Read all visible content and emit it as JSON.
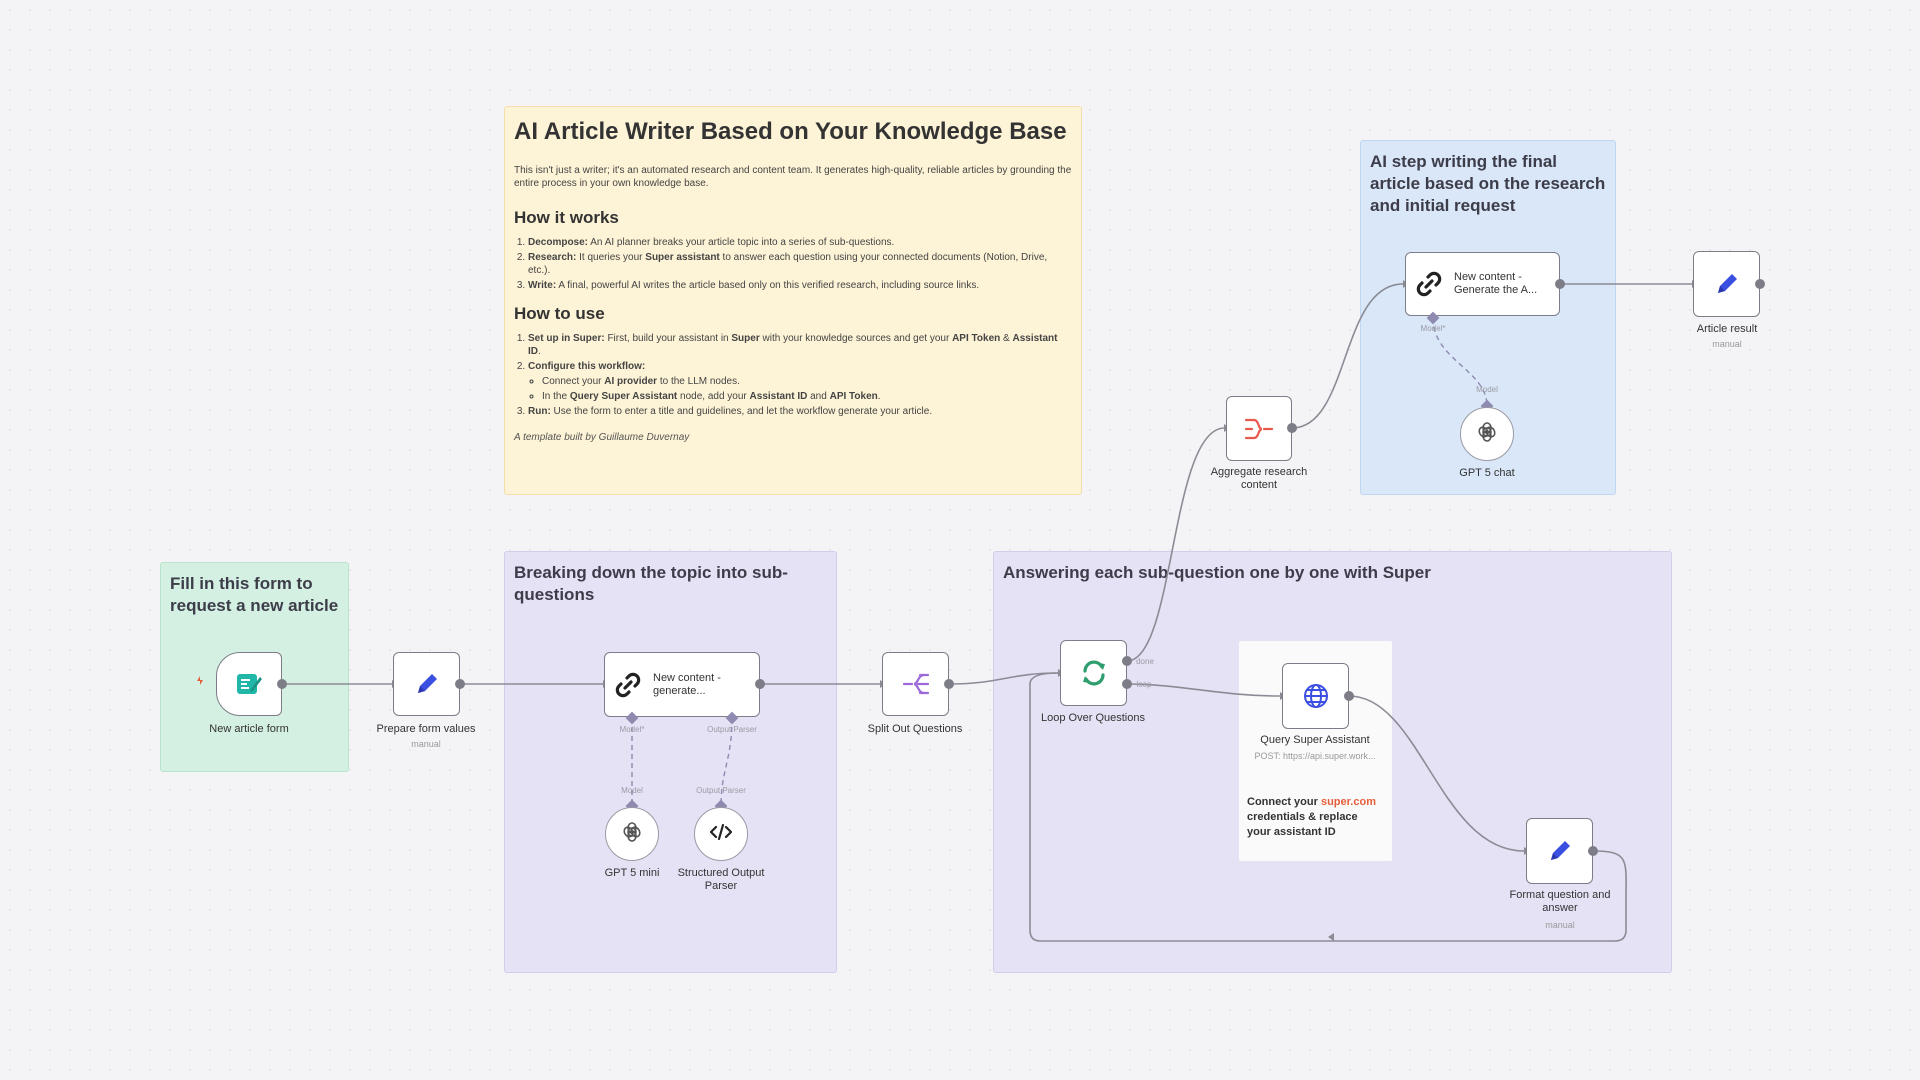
{
  "intro_note": {
    "title": "AI Article Writer Based on Your Knowledge Base",
    "description": "This isn't just a writer; it's an automated research and content team. It generates high-quality, reliable articles by grounding the entire process in your own knowledge base.",
    "how_it_works_heading": "How it works",
    "how_it_works": [
      {
        "bold": "Decompose:",
        "text": " An AI planner breaks your article topic into a series of sub-questions."
      },
      {
        "bold": "Research:",
        "text": " It queries your ",
        "bold2": "Super assistant",
        "text2": " to answer each question using your connected documents (Notion, Drive, etc.)."
      },
      {
        "bold": "Write:",
        "text": " A final, powerful AI writes the article based only on this verified research, including source links."
      }
    ],
    "how_to_use_heading": "How to use",
    "step1": {
      "bold": "Set up in Super:",
      "t1": " First, build your assistant in ",
      "b1": "Super",
      "t2": " with your knowledge sources and get your ",
      "b2": "API Token",
      "t3": " & ",
      "b3": "Assistant ID",
      "t4": "."
    },
    "step2": {
      "bold": "Configure this workflow:"
    },
    "step2_sub1": {
      "t1": "Connect your ",
      "b1": "AI provider",
      "t2": " to the LLM nodes."
    },
    "step2_sub2": {
      "t1": "In the ",
      "b1": "Query Super Assistant",
      "t2": " node, add your ",
      "b2": "Assistant ID",
      "t3": " and ",
      "b3": "API Token",
      "t4": "."
    },
    "step3": {
      "bold": "Run:",
      "text": " Use the form to enter a title and guidelines, and let the workflow generate your article."
    },
    "credit": "A template built by Guillaume Duvernay"
  },
  "sticky_notes": {
    "form": "Fill in this form to request a new article",
    "breakdown": "Breaking down the topic into sub-questions",
    "answering": "Answering each sub-question one by one with Super",
    "final": "AI step writing the final article based on the research and initial request"
  },
  "nodes": {
    "new_article_form": {
      "label": "New article form"
    },
    "prepare_form_values": {
      "label": "Prepare form values",
      "sublabel": "manual"
    },
    "new_content_generate": {
      "title": "New content - generate...",
      "label_line1": "New content -",
      "label_line2": "generate..."
    },
    "gpt5_mini": {
      "label": "GPT 5 mini"
    },
    "structured_output_parser": {
      "label_line1": "Structured Output",
      "label_line2": "Parser"
    },
    "split_out_questions": {
      "label": "Split Out Questions"
    },
    "loop_over_questions": {
      "label": "Loop Over Questions",
      "port_done": "done",
      "port_loop": "loop"
    },
    "query_super_assistant": {
      "label": "Query Super Assistant",
      "sublabel": "POST: https://api.super.work..."
    },
    "format_qa": {
      "label_line1": "Format question and",
      "label_line2": "answer",
      "sublabel": "manual"
    },
    "aggregate_research": {
      "label_line1": "Aggregate research",
      "label_line2": "content"
    },
    "new_content_final": {
      "label_line1": "New content -",
      "label_line2": "Generate the A..."
    },
    "gpt5_chat": {
      "label": "GPT 5 chat"
    },
    "article_result": {
      "label": "Article result",
      "sublabel": "manual"
    }
  },
  "port_labels": {
    "model_required": "Model*",
    "output_parser": "Output Parser",
    "model": "Model"
  },
  "super_note": {
    "prefix": "Connect your ",
    "link": "super.com",
    "suffix": "credentials & replace your assistant ID"
  },
  "colors": {
    "accent_orange": "#e5603a",
    "edge": "#8b8b95",
    "pencil_blue": "#3b4fe0",
    "loop_green": "#2f9e6e",
    "split_purple": "#9c6ad6",
    "aggregate_red": "#e8584d",
    "form_teal": "#20b7a8"
  }
}
